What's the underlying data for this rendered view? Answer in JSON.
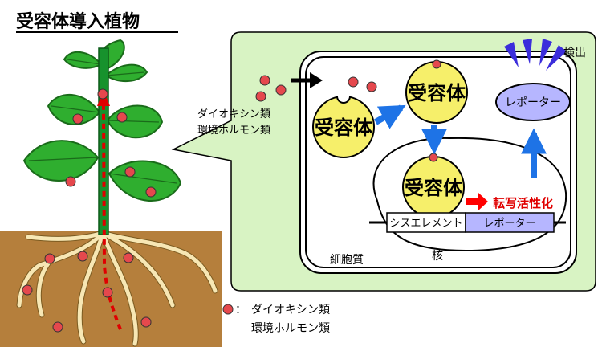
{
  "title": "受容体導入植物",
  "labels": {
    "detection": "検出",
    "input_compounds_1": "ダイオキシン類",
    "input_compounds_2": "環境ホルモン類",
    "receptor": "受容体",
    "reporter": "レポーター",
    "transcription_activation": "転写活性化",
    "cis_element": "シスエレメント",
    "cytoplasm": "細胞質",
    "nucleus": "核"
  },
  "legend": {
    "colon": "：",
    "line1": "ダイオキシン類",
    "line2": "環境ホルモン類"
  },
  "colors": {
    "soil": "#b57f3c",
    "leaf": "#2fae2f",
    "stem": "#17922d",
    "dot_red": "#e5484d",
    "receptor_yellow": "#f6ef6a",
    "reporter_lavender": "#b6b6ff",
    "callout_green": "#d8f3c3",
    "arrow_blue": "#1e73e6",
    "arrow_red": "#ff0000",
    "signal_blue": "#3b2ddb",
    "root": "#f7e7b4"
  }
}
